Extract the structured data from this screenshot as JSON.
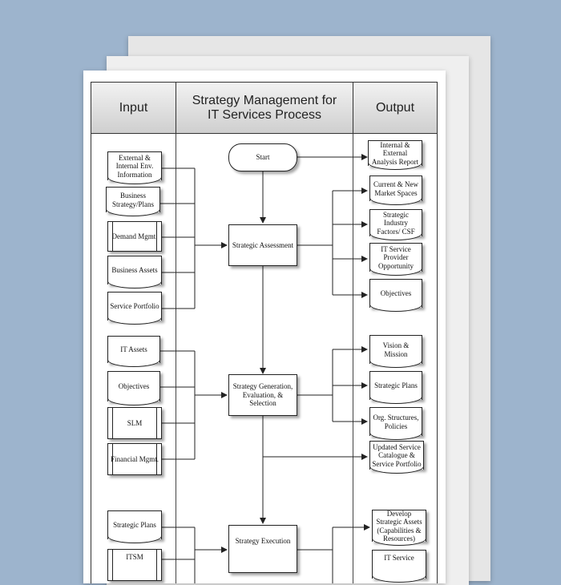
{
  "header": {
    "input": "Input",
    "title": "Strategy Management for IT Services Process",
    "output": "Output"
  },
  "inputs": [
    "External & Internal Env. Information",
    "Business Strategy/Plans",
    "Demand Mgmt.",
    "Business Assets",
    "Service Portfolio",
    "IT Assets",
    "Objectives",
    "SLM",
    "Financial Mgmt.",
    "Strategic Plans",
    "ITSM"
  ],
  "process": {
    "start": "Start",
    "assessment": "Strategic Assessment",
    "generation": "Strategy Generation, Evaluation, & Selection",
    "execution": "Strategy Execution"
  },
  "outputs": [
    "Internal & External Analysis Report",
    "Current & New Market Spaces",
    "Strategic Industry Factors/ CSF",
    "IT Service Provider Opportunity",
    "Objectives",
    "Vision & Mission",
    "Strategic Plans",
    "Org. Structures, Policies",
    "Updated Service Catalogue & Service Portfolio",
    "Develop Strategic Assets (Capabilities & Resources)",
    "IT Service"
  ]
}
